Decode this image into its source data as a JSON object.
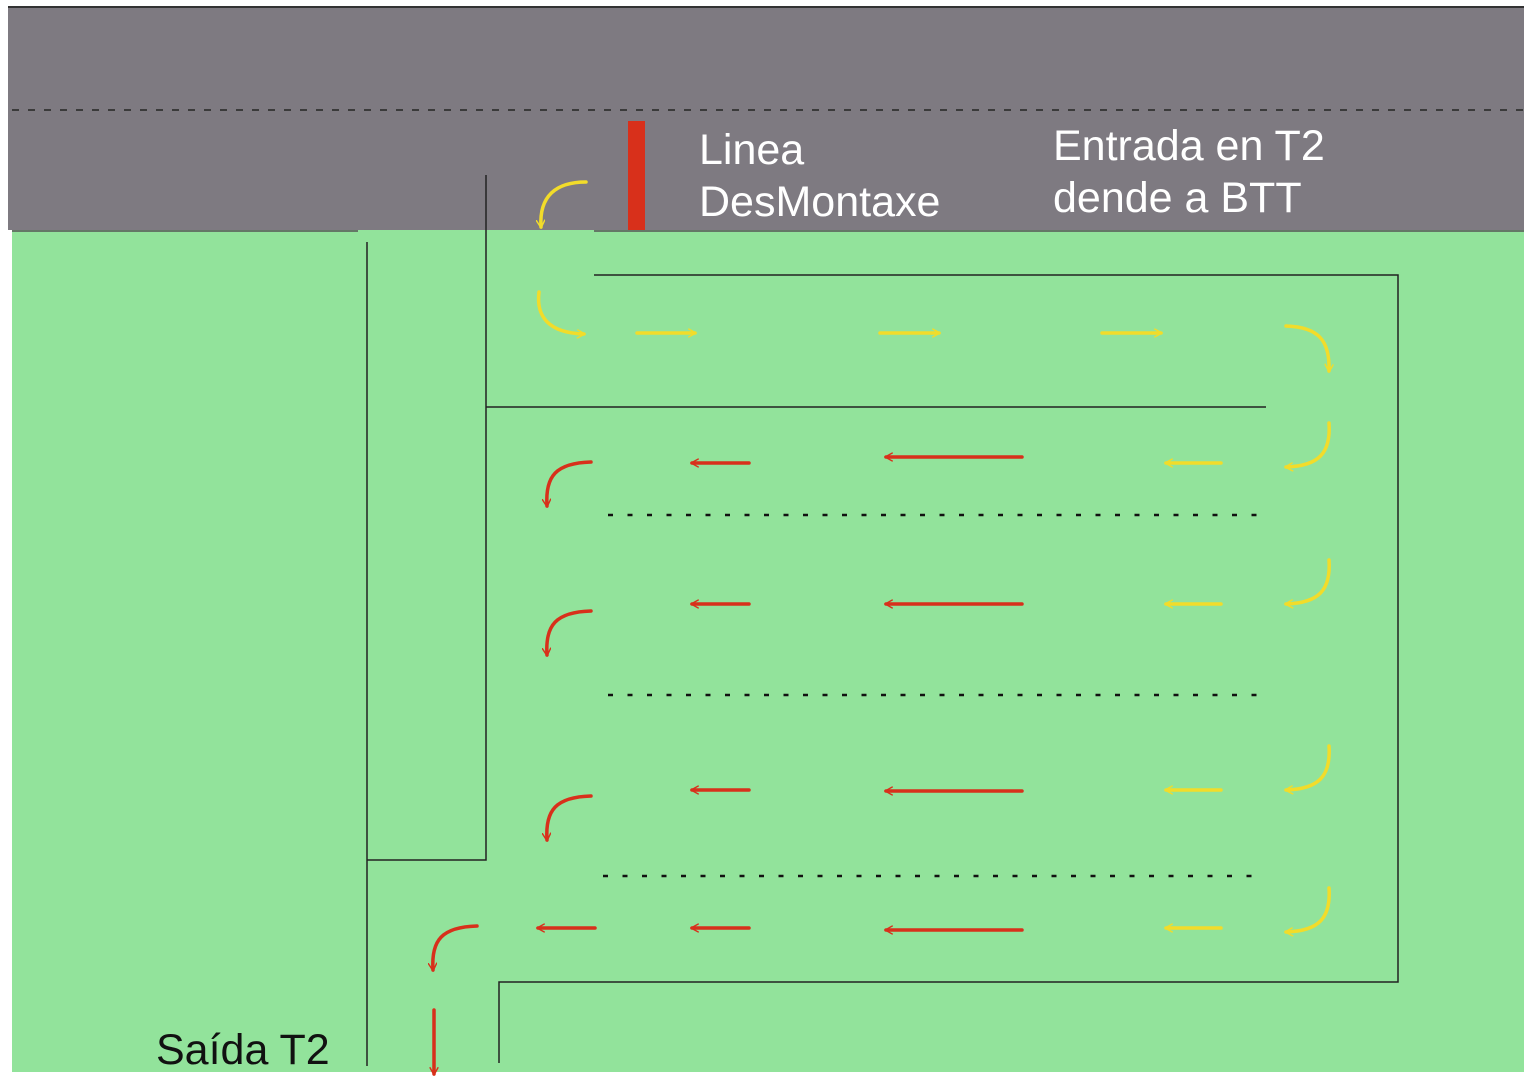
{
  "labels": {
    "desmontaxe_line1": "Linea",
    "desmontaxe_line2": "DesMontaxe",
    "entrada_line1": "Entrada en T2",
    "entrada_line2": "dende a BTT",
    "saida": "Saída T2"
  },
  "colors": {
    "road": "#7e7a81",
    "grass": "#92e39b",
    "arrow_yellow": "#f2dc2a",
    "arrow_red": "#d8301b",
    "line_marker": "#d8301b",
    "walls": "#222222"
  }
}
